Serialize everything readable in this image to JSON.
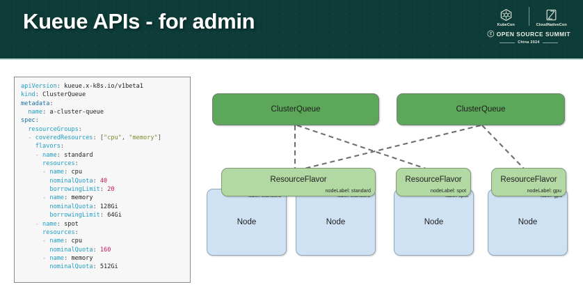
{
  "header": {
    "title": "Kueue APIs - for admin",
    "background_color": "#0d3b38",
    "logo": {
      "kubecon_label": "KubeCon",
      "cloudnativecon_label": "CloudNativeCon",
      "summit_label": "OPEN SOURCE SUMMIT",
      "year_label": "China 2024"
    }
  },
  "code_panel": {
    "language": "yaml",
    "lines": [
      [
        {
          "t": "apiVersion",
          "c": "k"
        },
        {
          "t": ":",
          "c": "pun"
        },
        {
          "t": " kueue.x-k8s.io/v1beta1",
          "c": "v"
        }
      ],
      [
        {
          "t": "kind",
          "c": "k"
        },
        {
          "t": ":",
          "c": "pun"
        },
        {
          "t": " ClusterQueue",
          "c": "v"
        }
      ],
      [
        {
          "t": "metadata",
          "c": "kd"
        },
        {
          "t": ":",
          "c": "pun"
        }
      ],
      [
        {
          "t": "  ",
          "c": "v"
        },
        {
          "t": "name",
          "c": "k"
        },
        {
          "t": ":",
          "c": "pun"
        },
        {
          "t": " a-cluster-queue",
          "c": "v"
        }
      ],
      [
        {
          "t": "spec",
          "c": "kd"
        },
        {
          "t": ":",
          "c": "pun"
        }
      ],
      [
        {
          "t": "  ",
          "c": "v"
        },
        {
          "t": "resourceGroups",
          "c": "k"
        },
        {
          "t": ":",
          "c": "pun"
        }
      ],
      [
        {
          "t": "  - ",
          "c": "dash"
        },
        {
          "t": "coveredResources",
          "c": "k"
        },
        {
          "t": ":",
          "c": "pun"
        },
        {
          "t": " [",
          "c": "pun"
        },
        {
          "t": "\"cpu\"",
          "c": "str"
        },
        {
          "t": ", ",
          "c": "pun"
        },
        {
          "t": "\"memory\"",
          "c": "str"
        },
        {
          "t": "]",
          "c": "pun"
        }
      ],
      [
        {
          "t": "    ",
          "c": "v"
        },
        {
          "t": "flavors",
          "c": "k"
        },
        {
          "t": ":",
          "c": "pun"
        }
      ],
      [
        {
          "t": "    - ",
          "c": "dash"
        },
        {
          "t": "name",
          "c": "k"
        },
        {
          "t": ":",
          "c": "pun"
        },
        {
          "t": " standard",
          "c": "v"
        }
      ],
      [
        {
          "t": "      ",
          "c": "v"
        },
        {
          "t": "resources",
          "c": "k"
        },
        {
          "t": ":",
          "c": "pun"
        }
      ],
      [
        {
          "t": "      - ",
          "c": "dash"
        },
        {
          "t": "name",
          "c": "k"
        },
        {
          "t": ":",
          "c": "pun"
        },
        {
          "t": " cpu",
          "c": "v"
        }
      ],
      [
        {
          "t": "        ",
          "c": "v"
        },
        {
          "t": "nominalQuota",
          "c": "k"
        },
        {
          "t": ":",
          "c": "pun"
        },
        {
          "t": " ",
          "c": "v"
        },
        {
          "t": "40",
          "c": "num"
        }
      ],
      [
        {
          "t": "        ",
          "c": "v"
        },
        {
          "t": "borrowingLimit",
          "c": "k"
        },
        {
          "t": ":",
          "c": "pun"
        },
        {
          "t": " ",
          "c": "v"
        },
        {
          "t": "20",
          "c": "num"
        }
      ],
      [
        {
          "t": "      - ",
          "c": "dash"
        },
        {
          "t": "name",
          "c": "k"
        },
        {
          "t": ":",
          "c": "pun"
        },
        {
          "t": " memory",
          "c": "v"
        }
      ],
      [
        {
          "t": "        ",
          "c": "v"
        },
        {
          "t": "nominalQuota",
          "c": "k"
        },
        {
          "t": ":",
          "c": "pun"
        },
        {
          "t": " 128Gi",
          "c": "v"
        }
      ],
      [
        {
          "t": "        ",
          "c": "v"
        },
        {
          "t": "borrowingLimit",
          "c": "k"
        },
        {
          "t": ":",
          "c": "pun"
        },
        {
          "t": " 64Gi",
          "c": "v"
        }
      ],
      [
        {
          "t": "    - ",
          "c": "dash"
        },
        {
          "t": "name",
          "c": "k"
        },
        {
          "t": ":",
          "c": "pun"
        },
        {
          "t": " spot",
          "c": "v"
        }
      ],
      [
        {
          "t": "      ",
          "c": "v"
        },
        {
          "t": "resources",
          "c": "k"
        },
        {
          "t": ":",
          "c": "pun"
        }
      ],
      [
        {
          "t": "      - ",
          "c": "dash"
        },
        {
          "t": "name",
          "c": "k"
        },
        {
          "t": ":",
          "c": "pun"
        },
        {
          "t": " cpu",
          "c": "v"
        }
      ],
      [
        {
          "t": "        ",
          "c": "v"
        },
        {
          "t": "nominalQuota",
          "c": "k"
        },
        {
          "t": ":",
          "c": "pun"
        },
        {
          "t": " ",
          "c": "v"
        },
        {
          "t": "160",
          "c": "num"
        }
      ],
      [
        {
          "t": "      - ",
          "c": "dash"
        },
        {
          "t": "name",
          "c": "k"
        },
        {
          "t": ":",
          "c": "pun"
        },
        {
          "t": " memory",
          "c": "v"
        }
      ],
      [
        {
          "t": "        ",
          "c": "v"
        },
        {
          "t": "nominalQuota",
          "c": "k"
        },
        {
          "t": ":",
          "c": "pun"
        },
        {
          "t": " 512Gi",
          "c": "v"
        }
      ]
    ]
  },
  "diagram": {
    "cluster_queues": [
      {
        "label": "ClusterQueue"
      },
      {
        "label": "ClusterQueue"
      }
    ],
    "resource_flavors": [
      {
        "label": "ResourceFlavor",
        "node_label": "nodeLabel: standard"
      },
      {
        "label": "ResourceFlavor",
        "node_label": "nodeLabel: spot"
      },
      {
        "label": "ResourceFlavor",
        "node_label": "nodeLabel: gpu"
      }
    ],
    "nodes": [
      {
        "label": "Node",
        "node_label": "label: standard"
      },
      {
        "label": "Node",
        "node_label": "label: standard"
      },
      {
        "label": "Node",
        "node_label": "label: spot"
      },
      {
        "label": "Node",
        "node_label": "label: gpu"
      }
    ],
    "colors": {
      "cluster_queue": "#5da75b",
      "resource_flavor": "#b2d8a3",
      "node": "#cfe2f3",
      "edge": "#6e6e6e"
    }
  }
}
